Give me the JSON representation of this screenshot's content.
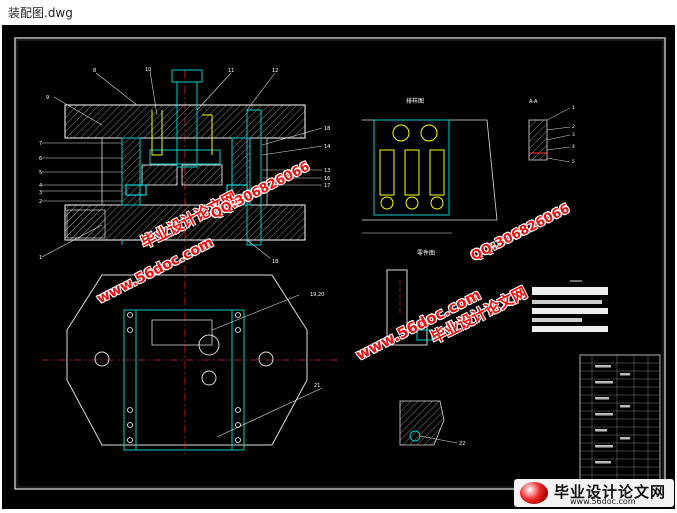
{
  "window": {
    "title": "装配图.dwg"
  },
  "drawing": {
    "view_labels": {
      "section": "A-A",
      "layout": "排样图",
      "part": "零件图"
    },
    "left_callouts": [
      "9",
      "8",
      "7",
      "6",
      "5",
      "4",
      "3",
      "2",
      "1"
    ],
    "top_callouts": [
      "10",
      "11",
      "12"
    ],
    "right_callouts": [
      "18",
      "14",
      "13",
      "16",
      "17"
    ],
    "bottom_callout": "18",
    "plan_callout_top": "19,20",
    "plan_callout_bottom": "21",
    "detail_callout": "22",
    "section_callouts": [
      "1",
      "2",
      "3",
      "4",
      "5"
    ]
  },
  "watermarks": {
    "w1": "毕业设计论文网",
    "w2": "www.56doc.com",
    "w3": "QQ:306826066"
  },
  "logo": {
    "text": "毕业设计论文网",
    "url": "www.56doc.com"
  }
}
